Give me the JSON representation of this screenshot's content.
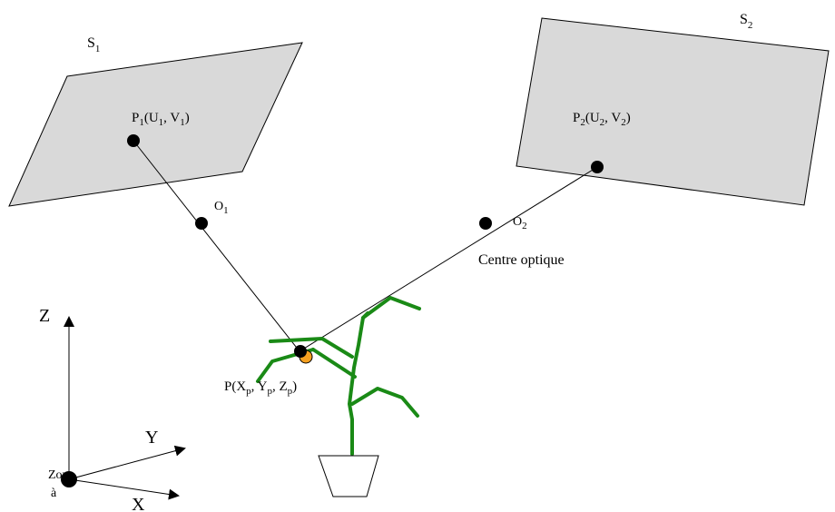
{
  "planes": {
    "s1": {
      "letter": "S",
      "sub": "1"
    },
    "s2": {
      "letter": "S",
      "sub": "2"
    }
  },
  "points": {
    "p1": {
      "text": [
        "P",
        "1",
        "(U",
        "1",
        ", V",
        "1",
        ")"
      ]
    },
    "p2": {
      "text": [
        "P",
        "2",
        "(U",
        "2",
        ", V",
        "2",
        ")"
      ]
    },
    "o1": {
      "letter": "O",
      "sub": "1"
    },
    "o2": {
      "letter": "O",
      "sub": "2"
    },
    "p": {
      "text": [
        "P(X",
        "p",
        ", Y",
        "p",
        ", Z",
        "p",
        ")"
      ]
    }
  },
  "caption": "Centre optique",
  "axes": {
    "z": "Z",
    "y": "Y",
    "x": "X"
  },
  "origin_label_lines": [
    "Zon",
    "à"
  ],
  "colors": {
    "plane_fill": "#d9d9d9",
    "plant": "#1a8a16",
    "marker": "#f5a020",
    "ink": "#000000"
  }
}
